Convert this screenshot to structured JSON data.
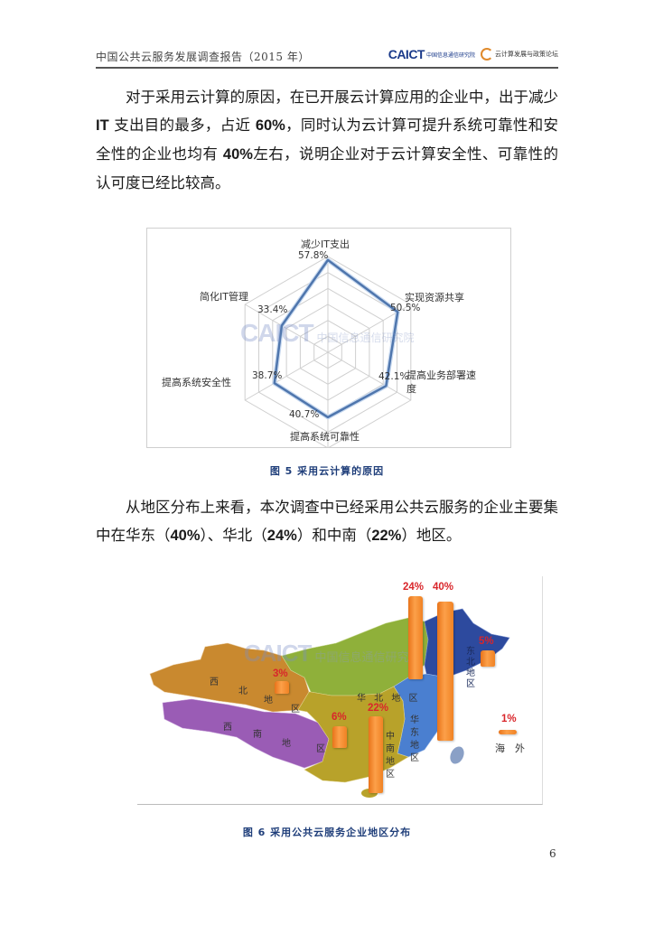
{
  "header": {
    "title": "中国公共云服务发展调查报告（2015 年）",
    "logo_caict": "CAICT",
    "logo_caict_cn": "中国信息通信研究院",
    "logo_forum": "云计算发展与政策论坛"
  },
  "paragraphs": {
    "p1": {
      "s1": "对于采用云计算的原因，在已开展云计算应用的企业中，出于减少",
      "it": "IT",
      "s2": "支出目的最多，占近",
      "pct1": "60%",
      "s3": "，同时认为云计算可提升系统可靠性和安全性的企业也均有",
      "pct2": "40%",
      "s4": "左右，说明企业对于云计算安全性、可靠性的认可度已经比较高。"
    },
    "p2": {
      "s1": "从地区分布上来看，本次调查中已经采用公共云服务的企业主要集中在华东（",
      "pct1": "40%",
      "s2": "）、华北（",
      "pct2": "24%",
      "s3": "）和中南（",
      "pct3": "22%",
      "s4": "）地区。"
    }
  },
  "figure5": {
    "caption": "图 5 采用云计算的原因",
    "watermark_en": "CAICT",
    "watermark_cn": "中国信息通信研究院"
  },
  "figure6": {
    "caption": "图 6 采用公共云服务企业地区分布",
    "watermark_en": "CAICT",
    "watermark_cn": "中国信息通信研究院",
    "regions": {
      "northwest": [
        "西",
        "北",
        "地",
        "区"
      ],
      "southwest": [
        "西",
        "南",
        "地",
        "区"
      ],
      "north": "华 北 地 区",
      "northeast": [
        "东",
        "北",
        "地",
        "区"
      ],
      "east": [
        "华",
        "东",
        "地",
        "区"
      ],
      "central_south": [
        "中",
        "南",
        "地",
        "区"
      ],
      "overseas": "海　外"
    },
    "colors": {
      "northwest": "#c9892f",
      "southwest": "#9a5cb5",
      "north": "#8fb03a",
      "northeast": "#2d4a9e",
      "east": "#4a7fd0",
      "central_south": "#b8a22a",
      "bar": "#f5841f",
      "pct_text": "#d9262b"
    }
  },
  "chart_data": [
    {
      "type": "radar",
      "title": "图 5 采用云计算的原因",
      "categories": [
        "减少IT支出",
        "实现资源共享",
        "提高业务部署速度",
        "提高系统可靠性",
        "提高系统安全性",
        "简化IT管理"
      ],
      "values": [
        57.8,
        50.5,
        42.1,
        40.7,
        38.7,
        33.4
      ],
      "value_labels": [
        "57.8%",
        "50.5%",
        "42.1%",
        "40.7%",
        "38.7%",
        "33.4%"
      ],
      "rlim": [
        0,
        60
      ],
      "grid_rings": 6,
      "series_color": "#4f76ad"
    },
    {
      "type": "bar",
      "title": "图 6 采用公共云服务企业地区分布",
      "categories": [
        "华东",
        "华北",
        "中南",
        "西南",
        "东北",
        "西北",
        "海外"
      ],
      "values": [
        40,
        24,
        22,
        6,
        5,
        3,
        1
      ],
      "value_labels": [
        "40%",
        "24%",
        "22%",
        "6%",
        "5%",
        "3%",
        "1%"
      ],
      "ylabel": "%"
    }
  ],
  "page": {
    "number": "6"
  }
}
